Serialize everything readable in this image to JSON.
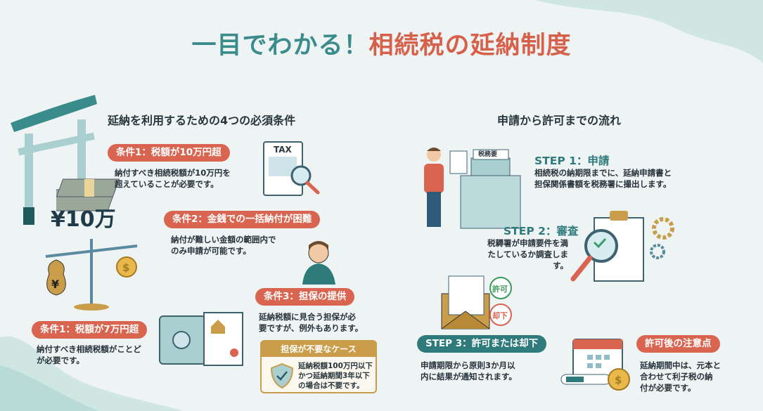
{
  "title": {
    "part1": "一目でわかる！",
    "part2": "相続税の延納制度"
  },
  "left": {
    "heading": "延納を利用するための4つの必須条件",
    "amount_label": "¥10万",
    "tax_doc_label": "TAX",
    "conditions": [
      {
        "label": "条件1：税額が10万円超",
        "body": [
          "納付すべき相続税額が10万円を",
          "超えていることが必要です。"
        ]
      },
      {
        "label": "条件2：金銭での一括納付が困難",
        "body": [
          "納付が難しい金額の範囲内で",
          "のみ申請が可能です。"
        ]
      },
      {
        "label": "条件3：担保の提供",
        "body": [
          "延納税額に見合う担保が必",
          "要ですが、例外もあります。"
        ]
      },
      {
        "label": "条件1：税額が7万円超",
        "body": [
          "納付すべき相続税額がことど",
          "が必要です。"
        ]
      }
    ],
    "exception_box": {
      "title": "担保が不要なケース",
      "body": [
        "延納税額100万円以下",
        "かつ延納期間3年以下",
        "の場合は不要です。"
      ]
    }
  },
  "right": {
    "heading": "申請から許可までの流れ",
    "building_sign": "税務要",
    "steps": [
      {
        "label": "STEP 1：申請",
        "body": [
          "相続税の納期限までに、延納申請書と",
          "担保関係書額を税務署に撮出します。"
        ]
      },
      {
        "label": "STEP 2：審査",
        "body": [
          "税耨署が申請要件を満",
          "たしているか調査します。"
        ]
      },
      {
        "label": "STEP 3：許可または却下",
        "body": [
          "申請期限から原則3か月以",
          "内に結果が通知されます。"
        ]
      }
    ],
    "stamps": {
      "approve": "許可",
      "reject": "却下"
    },
    "note": {
      "label": "許可後の注意点",
      "body": [
        "延納期間中は、元本と",
        "合わせて利子税の納",
        "付が必要です。"
      ]
    }
  },
  "colors": {
    "teal": "#2f7b7b",
    "coral": "#d9644f",
    "gold": "#c99d4a",
    "bg": "#eef4f3"
  }
}
